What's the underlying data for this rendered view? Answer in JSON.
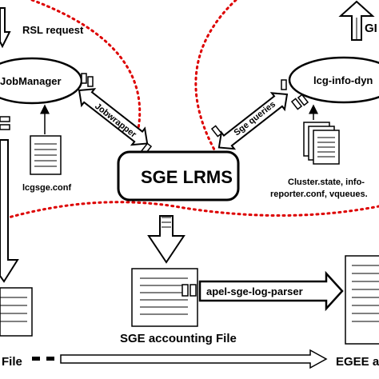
{
  "labels": {
    "rsl_request": "RSL request",
    "jobmanager": "JobManager",
    "lcg_info": "lcg-info-dyn",
    "gi": "GI",
    "lcgsge_conf": "lcgsge.conf",
    "jobwrapper": "Jobwrapper",
    "sge_queries": "Sge queries",
    "sge_lrms": "SGE LRMS",
    "config_files_line1": "Cluster.state, info-",
    "config_files_line2": "reporter.conf, vqueues.",
    "apel_parser": "apel-sge-log-parser",
    "sge_accounting_file": "SGE accounting File",
    "file_left": "File",
    "egee": "EGEE a"
  },
  "colors": {
    "zone_boundary": "#dd0000",
    "stroke": "#000000",
    "background": "#ffffff"
  }
}
